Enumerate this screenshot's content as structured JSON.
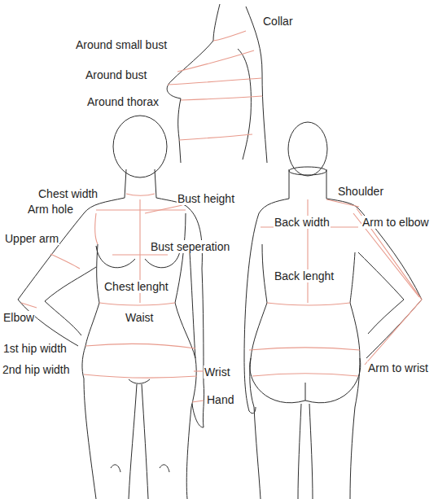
{
  "diagram": {
    "labels": [
      "Collar",
      "Around small bust",
      "Around bust",
      "Around thorax",
      "Chest width",
      "Bust height",
      "Shoulder",
      "Arm hole",
      "Back width",
      "Arm to elbow",
      "Upper arm",
      "Bust seperation",
      "Back lenght",
      "Chest lenght",
      "Elbow",
      "Waist",
      "1st hip width",
      "2nd hip width",
      "Wrist",
      "Arm to wrist",
      "Hand"
    ]
  }
}
